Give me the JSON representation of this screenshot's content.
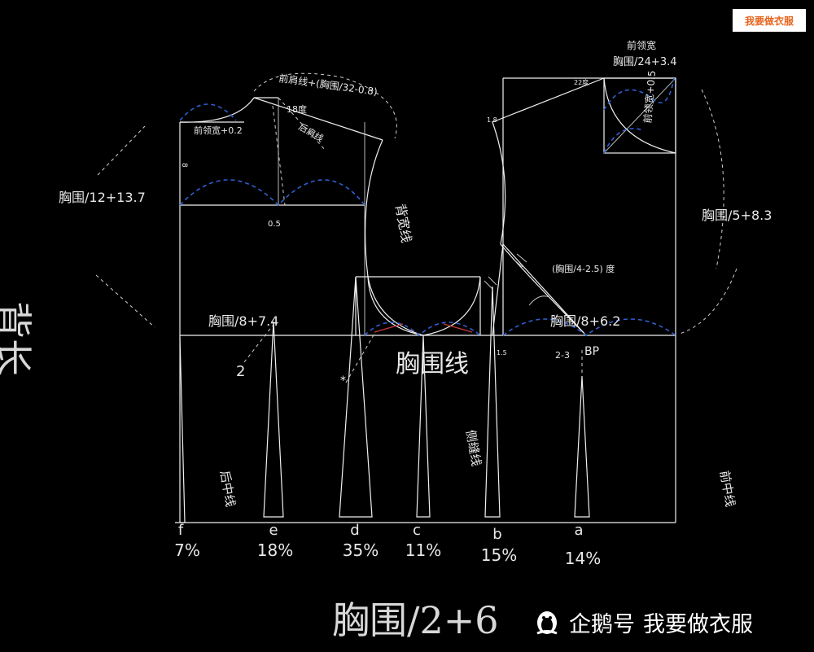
{
  "brand_badge": "我要做衣服",
  "watermark": {
    "platform": "企鹅号",
    "account": "我要做衣服",
    "icon": "penguin-icon"
  },
  "labels": {
    "back_length": "背长",
    "back_shoulder": "前肩线+(胸围/32-0.8)",
    "shoulder_deg": "18度",
    "back_shoulder_line": "后肩线",
    "back_neck": "前领宽+0.2",
    "back_neck_8": "8",
    "bust_12": "胸围/12+13.7",
    "pt_05": "0.5",
    "back_width": "背宽线",
    "bust_8_back": "胸围/8+7.4",
    "two": "2",
    "bust_line": "胸围线",
    "side_seam": "侧缝线",
    "back_center": "后中线",
    "front_neck_title": "前领宽",
    "front_neck_formula": "胸围/24+3.4",
    "front_neck_depth": "前领宽+0.5",
    "bust_5": "胸围/5+8.3",
    "dart_angle": "(胸围/4-2.5) 度",
    "bust_8_front": "胸围/8+6.2",
    "bp": "BP",
    "bp_offset": "2-3",
    "front_center": "前中线",
    "total": "胸围/2+6",
    "small_15": "1.5",
    "small_22deg": "22度",
    "small_18": "1.8"
  },
  "darts": [
    {
      "letter": "f",
      "percent": "7%"
    },
    {
      "letter": "e",
      "percent": "18%"
    },
    {
      "letter": "d",
      "percent": "35%"
    },
    {
      "letter": "c",
      "percent": "11%"
    },
    {
      "letter": "b",
      "percent": "15%"
    },
    {
      "letter": "a",
      "percent": "14%"
    }
  ]
}
